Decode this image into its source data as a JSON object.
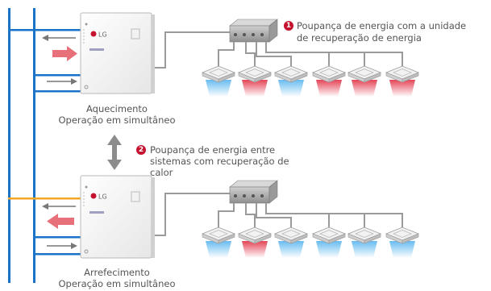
{
  "callouts": [
    {
      "number": "1",
      "text_line1": "Poupança de energia com a unidade",
      "text_line2": "de recuperação de energia"
    },
    {
      "number": "2",
      "text_line1": "Poupança de energia  entre",
      "text_line2": "sistemas com recuperação de",
      "text_line3": "calor"
    }
  ],
  "top_unit": {
    "brand": "LG",
    "caption_line1": "Aquecimento",
    "caption_line2": "Operação em simultâneo"
  },
  "bottom_unit": {
    "brand": "LG",
    "caption_line1": "Arrefecimento",
    "caption_line2": "Operação em simultâneo"
  },
  "colors": {
    "pipe_blue": "#1a73c9",
    "pipe_orange": "#f5a623",
    "heating_red": "#e33b4e",
    "heating_arrow": "#e8707a",
    "cooling_blue": "#5fb8ef",
    "gray_arrow": "#777777",
    "pipe_gray": "#9a9a9a",
    "badge_red": "#c4122f"
  },
  "top_cassettes": [
    "cooling",
    "heating",
    "cooling",
    "heating",
    "heating",
    "heating"
  ],
  "bottom_cassettes": [
    "cooling",
    "heating",
    "cooling",
    "cooling",
    "cooling",
    "cooling"
  ]
}
